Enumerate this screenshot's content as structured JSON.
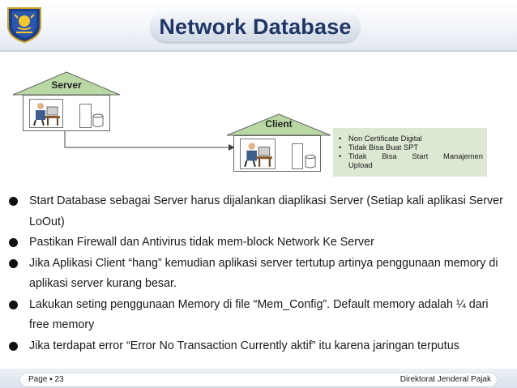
{
  "header": {
    "title": "Network Database"
  },
  "diagram": {
    "server_label": "Server",
    "client_label": "Client",
    "client_notes": [
      "Non Certificate Digital",
      "Tidak Bisa Buat SPT",
      "Tidak Bisa Start Manajemen",
      "Upload"
    ],
    "note_bullet": "•",
    "roof_color": "#b9d8a4",
    "note_color": "#dce8d2"
  },
  "bullets": [
    "Start Database sebagai Server harus dijalankan diaplikasi Server (Setiap kali aplikasi Server LoOut)",
    "Pastikan Firewall dan Antivirus tidak mem-block Network Ke Server",
    "Jika Aplikasi Client “hang” kemudian aplikasi server tertutup artinya penggunaan memory di aplikasi server kurang besar.",
    "Lakukan seting penggunaan Memory di file “Mem_Config”. Default memory adalah ¼ dari free memory",
    "Jika terdapat error “Error No Transaction Currently aktif” itu karena jaringan terputus"
  ],
  "footer": {
    "page_label": "Page ▪ 23",
    "organization": "Direktorat Jenderal Pajak"
  }
}
